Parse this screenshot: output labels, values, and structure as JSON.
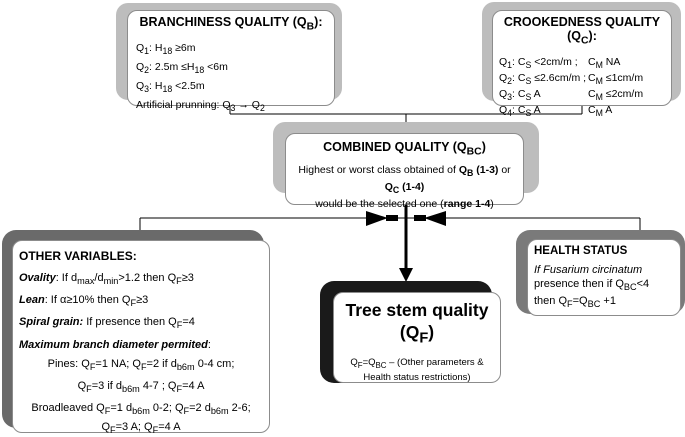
{
  "branchiness": {
    "title": "BRANCHINESS QUALITY (Q",
    "title_sub": "B",
    "title_end": "):",
    "q1": {
      "q": "Q",
      "q_sub": "1",
      "pre": ": H",
      "h_sub": "18",
      "val": " ≥6m"
    },
    "q2": {
      "q": "Q",
      "q_sub": "2",
      "pre": ": 2.5m ≤H",
      "h_sub": "18",
      "val": " <6m"
    },
    "q3": {
      "q": "Q",
      "q_sub": "3",
      "pre": ": H",
      "h_sub": "18",
      "val": " <2.5m"
    },
    "pruning": {
      "pre": "Artificial prunning: Q",
      "a_sub": "3",
      "arrow": " → ",
      "q": "Q",
      "b_sub": "2"
    }
  },
  "crookedness": {
    "title": "CROOKEDNESS QUALITY (Q",
    "title_sub": "C",
    "title_end": "):",
    "rows": [
      {
        "q": "Q",
        "q_sub": "1",
        "cs_pre": ": C",
        "cs_val": " <2cm/m ;",
        "cm_val": " NA"
      },
      {
        "q": "Q",
        "q_sub": "2",
        "cs_pre": ": C",
        "cs_val": " ≤2.6cm/m ;",
        "cm_val": " ≤1cm/m"
      },
      {
        "q": "Q",
        "q_sub": "3",
        "cs_pre": ": C",
        "cs_val": " A",
        "cm_val": " ≤2cm/m"
      },
      {
        "q": "Q",
        "q_sub": "4",
        "cs_pre": ": C",
        "cs_val": " A",
        "cm_val": " A"
      }
    ],
    "s_sub": "S",
    "c": "C",
    "m_sub": "M"
  },
  "combined": {
    "title": "COMBINED QUALITY (Q",
    "title_sub": "BC",
    "title_end": ")",
    "line1_pre": "Highest or worst class obtained of ",
    "qb": "Q",
    "qb_sub": "B",
    "qb_range": " (1-3)",
    "or": " or ",
    "qc": "Q",
    "qc_sub": "C",
    "qc_range": " (1-4)",
    "line2_pre": "would be the selected one (",
    "range": "range 1-4",
    "line2_end": ")"
  },
  "other": {
    "title": "OTHER VARIABLES:",
    "ovality": {
      "label": "Ovality",
      "t1": ": If d",
      "max": "max",
      "slash": "/d",
      "min": "min",
      "t2": ">1.2 then Q",
      "f": "F",
      "t3": "≥3"
    },
    "lean": {
      "label": "Lean",
      "t1": ": If α≥10% then Q",
      "f": "F",
      "t2": "≥3"
    },
    "spiral": {
      "label": "Spiral grain:",
      "t1": " If presence then Q",
      "f": "F",
      "t2": "=4"
    },
    "maxbranch": {
      "label": "Maximum branch diameter permited",
      "colon": ":"
    },
    "pines1": {
      "t1": "Pines: Q",
      "f1": "F",
      "t2": "=1 NA; Q",
      "f2": "F",
      "t3": "=2 if d",
      "d": "b6m",
      "t4": "  0-4 cm;"
    },
    "pines2": {
      "t1": "Q",
      "f1": "F",
      "t2": "=3 if d",
      "d": "b6m",
      "t3": " 4-7 ; Q",
      "f2": "F",
      "t4": "=4 A"
    },
    "broad1": {
      "t1": "Broadleaved  Q",
      "f1": "F",
      "t2": "=1 d",
      "d1": "b6m",
      "t3": " 0-2; Q",
      "f2": "F",
      "t4": "=2 d",
      "d2": "b6m",
      "t5": " 2-6;"
    },
    "broad2": {
      "t1": "Q",
      "f1": "F",
      "t2": "=3 A; Q",
      "f2": "F",
      "t3": "=4 A"
    }
  },
  "tree": {
    "title1": "Tree stem quality",
    "title2_pre": "(Q",
    "title2_sub": "F",
    "title2_end": ")",
    "sub1_q": "Q",
    "sub1_f": "F",
    "sub1_eq": "=Q",
    "sub1_bc": "BC",
    "sub1_rest": " – (Other parameters &",
    "sub2": "Health status restrictions)"
  },
  "health": {
    "title": "HEALTH STATUS",
    "line1": "If Fusarium circinatum",
    "line2_pre": "presence then  if Q",
    "line2_sub": "BC",
    "line2_end": "<4",
    "line3_pre": "then Q",
    "line3_f": "F",
    "line3_eq": "=Q",
    "line3_bc": "BC",
    "line3_end": " +1"
  }
}
